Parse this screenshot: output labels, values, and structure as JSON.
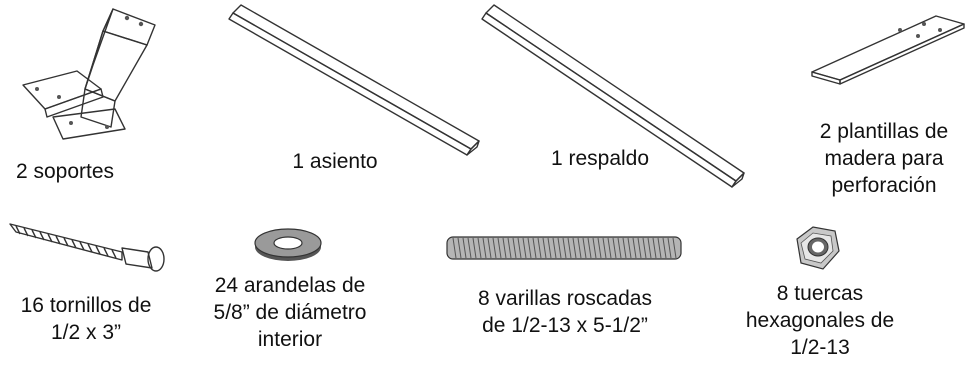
{
  "parts": {
    "soportes": {
      "icon": "bracket-icon",
      "lines": [
        "2 soportes"
      ]
    },
    "asiento": {
      "icon": "seat-board-icon",
      "lines": [
        "1 asiento"
      ]
    },
    "respaldo": {
      "icon": "backrest-board-icon",
      "lines": [
        "1 respaldo"
      ]
    },
    "plantillas": {
      "icon": "drill-template-icon",
      "lines": [
        "2 plantillas de",
        "madera para",
        "perforación"
      ]
    },
    "tornillos": {
      "icon": "lag-screw-icon",
      "lines": [
        "16 tornillos de",
        "1/2 x 3”"
      ]
    },
    "arandelas": {
      "icon": "washer-icon",
      "lines": [
        "24 arandelas de",
        "5/8” de diámetro",
        "interior"
      ]
    },
    "varillas": {
      "icon": "threaded-rod-icon",
      "lines": [
        "8 varillas roscadas",
        "de 1/2-13 x 5-1/2”"
      ]
    },
    "tuercas": {
      "icon": "hex-nut-icon",
      "lines": [
        "8 tuercas",
        "hexagonales de",
        "1/2-13"
      ]
    }
  }
}
